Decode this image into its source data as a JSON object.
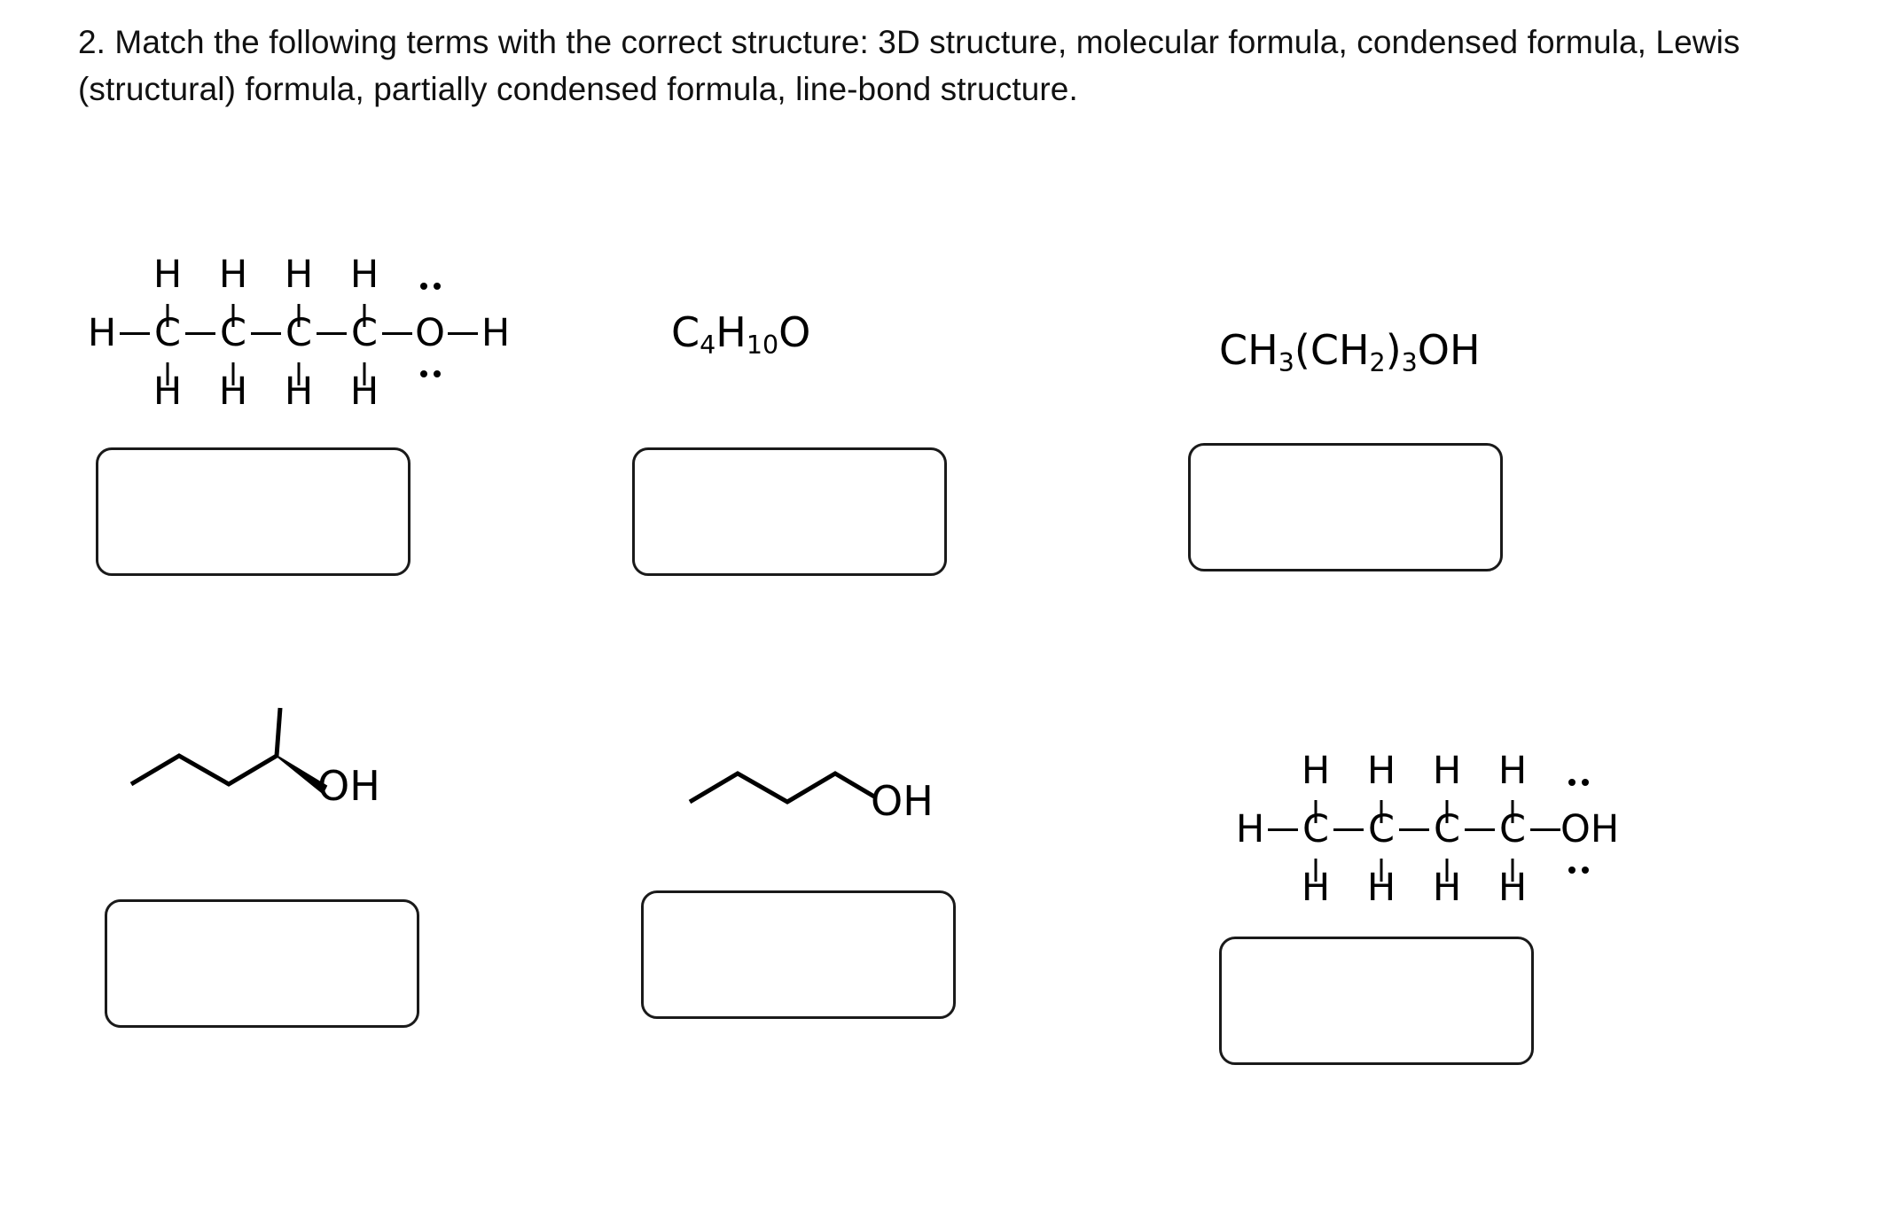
{
  "question": {
    "number": "2.",
    "text": "2. Match the following terms with the correct structure: 3D structure, molecular formula, condensed formula, Lewis (structural) formula, partially condensed formula, line-bond structure.",
    "terms": [
      "3D structure",
      "molecular formula",
      "condensed formula",
      "Lewis (structural) formula",
      "partially condensed formula",
      "line-bond structure"
    ]
  },
  "colors": {
    "ink": "#000000",
    "page_background": "#ffffff",
    "box_border": "#1a1a1a"
  },
  "items": [
    {
      "id": "lewis-structural-formula",
      "kind": "lewis-structure",
      "position": "top-left",
      "top_hydrogens": [
        "H",
        "H",
        "H",
        "H"
      ],
      "chain": [
        "H",
        "C",
        "C",
        "C",
        "C",
        "O",
        "H"
      ],
      "bottom_hydrogens": [
        "H",
        "H",
        "H",
        "H"
      ],
      "lone_pair_atom": "O",
      "lone_pairs": 2,
      "answer": ""
    },
    {
      "id": "molecular-formula",
      "kind": "formula",
      "position": "top-center",
      "formula_parts": [
        {
          "symbol": "C",
          "sub": "4"
        },
        {
          "symbol": "H",
          "sub": "10"
        },
        {
          "symbol": "O",
          "sub": ""
        }
      ],
      "formula_plain": "C4H10O",
      "answer": ""
    },
    {
      "id": "condensed-formula",
      "kind": "formula",
      "position": "top-right",
      "formula_parts": [
        {
          "symbol": "CH",
          "sub": "3"
        },
        {
          "symbol": "(CH",
          "sub": "2"
        },
        {
          "symbol": ")",
          "sub": "3"
        },
        {
          "symbol": "OH",
          "sub": ""
        }
      ],
      "formula_plain": "CH3(CH2)3OH",
      "answer": ""
    },
    {
      "id": "3d-structure",
      "kind": "skeletal-wedge",
      "position": "bottom-left",
      "label": "OH",
      "has_wedge": true,
      "has_methyl_branch": true,
      "answer": ""
    },
    {
      "id": "line-bond-structure",
      "kind": "skeletal",
      "position": "bottom-center",
      "label": "OH",
      "has_wedge": false,
      "has_methyl_branch": false,
      "answer": ""
    },
    {
      "id": "partially-condensed-formula",
      "kind": "lewis-structure-partial",
      "position": "bottom-right",
      "top_hydrogens": [
        "H",
        "H",
        "H",
        "H"
      ],
      "chain": [
        "H",
        "C",
        "C",
        "C",
        "C",
        "OH"
      ],
      "bottom_hydrogens": [
        "H",
        "H",
        "H",
        "H"
      ],
      "lone_pair_atom": "O",
      "lone_pairs": 2,
      "answer": ""
    }
  ]
}
